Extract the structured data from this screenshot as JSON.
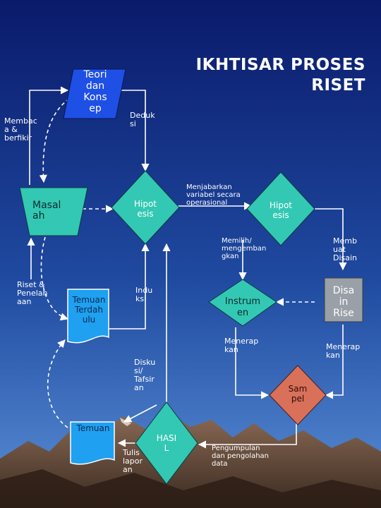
{
  "title": "IKHTISAR PROSES\nRISET",
  "shapes": {
    "teori": "Teori\ndan\nKons\nep",
    "masalah": "Masal\nah",
    "hipotesis1": "Hipot\nesis",
    "hipotesis2": "Hipot\nesis",
    "temuan_terdahulu": "Temuan\nTerdah\nulu",
    "instrumen": "Instrum\nen",
    "disain": "Disa\nin\nRise",
    "sampel": "Sam\npel",
    "temuan": "Temuan",
    "hasil": "HASI\nL"
  },
  "labels": {
    "membaca": "Membac\na &\nberfikir",
    "deduksi": "Deduk\nsi",
    "menjabarkan": "Menjabarkan\nvariabel secara\noperasional",
    "memilih": "Memilih/\nmengemban\ngkan",
    "membuat": "Memb\nuat\nDisain",
    "riset": "Riset &\nPenelah\naan",
    "induksi": "Indu\nksi",
    "menerapkan1": "Menerap\nkan",
    "menerapkan2": "Menerap\nkan",
    "diskusi": "Disku\nsi/\nTafsir\nan",
    "tulis": "Tulis\nlapor\nan",
    "pengumpulan": "Pengumpulan\ndan pengolahan\ndata"
  },
  "colors": {
    "sky_top": "#0a1a6b",
    "sky_bottom": "#3b74c6",
    "teori_fill": "#1e50e6",
    "teal_fill": "#33c8b3",
    "grey_fill": "#9aa0a8",
    "sampel_fill": "#d9705a",
    "doc_fill": "#1fa0f0",
    "doc_outline": "#ffffff",
    "line": "#ffffff"
  }
}
